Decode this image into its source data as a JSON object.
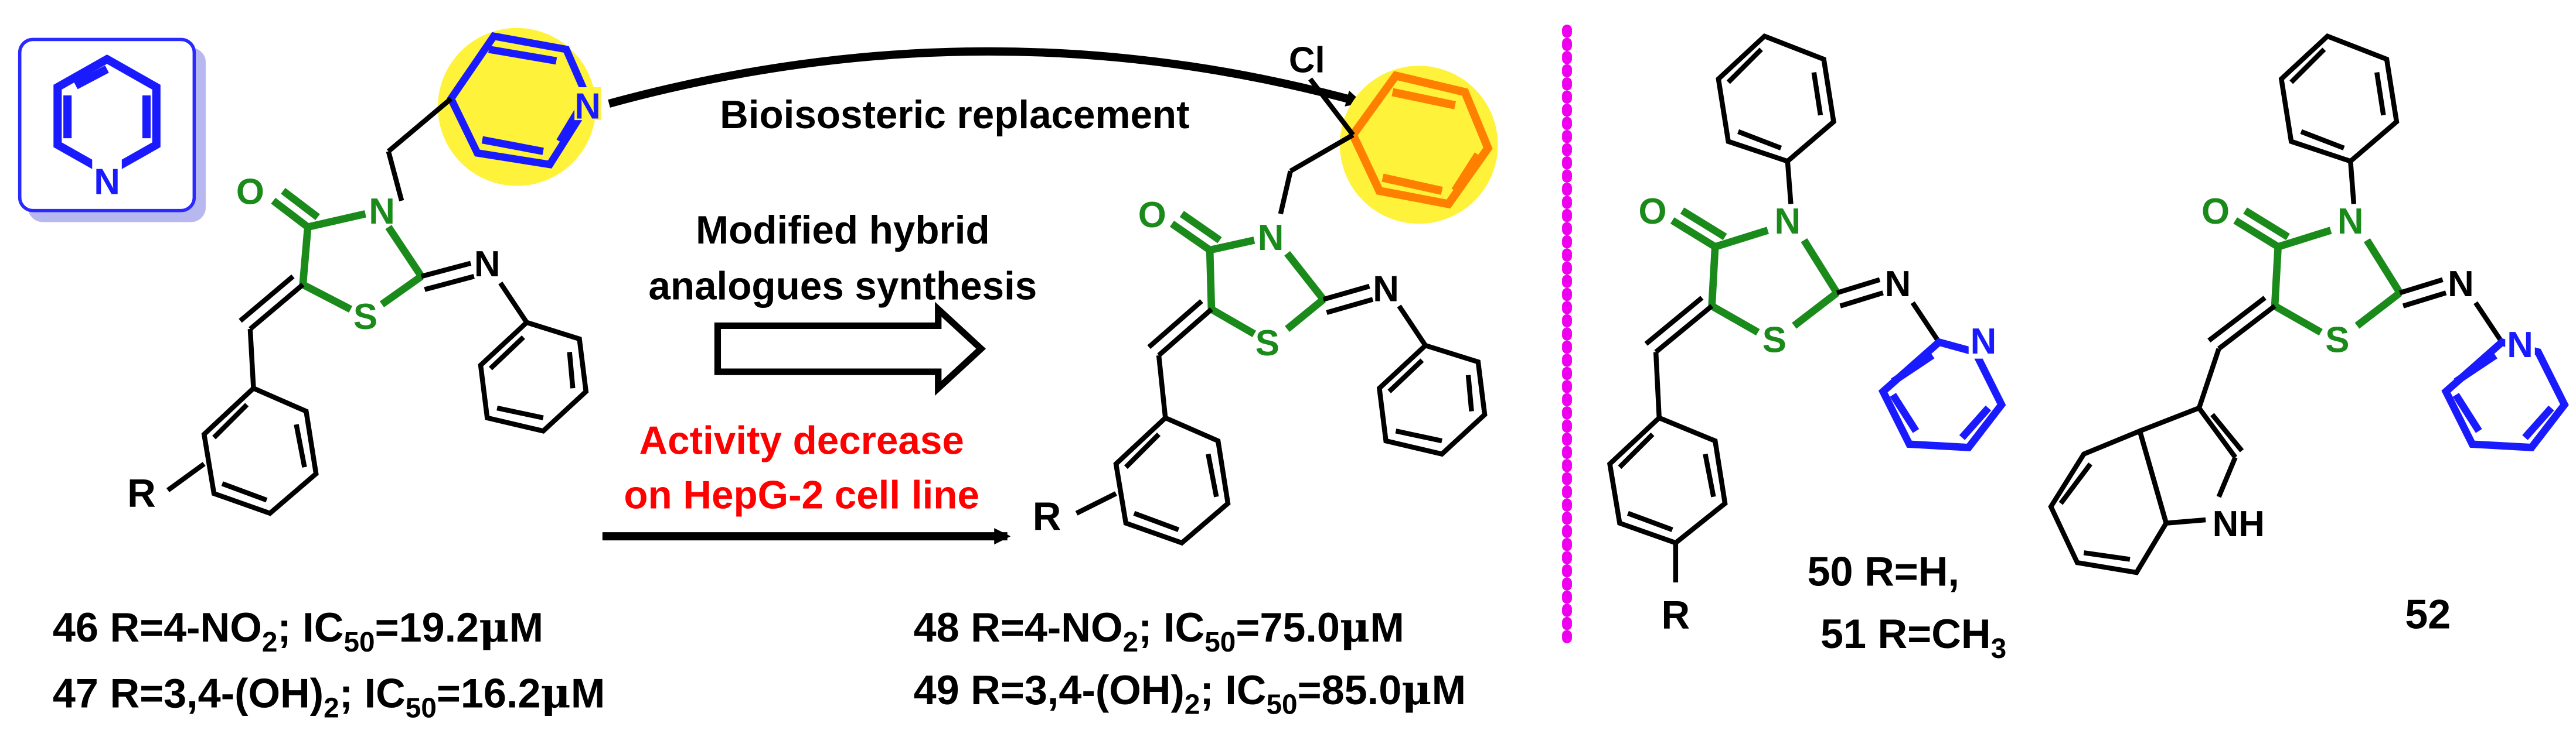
{
  "colors": {
    "thiazolidinone": "#1a8a1a",
    "pyridine": "#1a1aff",
    "highlight": "#fff23a",
    "chlorophenyl": "#ff8000",
    "red_text": "#ff0000",
    "divider": "#ee00ee",
    "black": "#000000"
  },
  "inset": {
    "label": "N",
    "icon": "pyridine-ring-icon"
  },
  "arrows": {
    "bioisosteric": "Bioisosteric replacement",
    "modified_line1": "Modified hybrid",
    "modified_line2": "analogues synthesis",
    "activity_line1": "Activity decrease",
    "activity_line2": "on HepG-2 cell line"
  },
  "atoms": {
    "O": "O",
    "N": "N",
    "S": "S",
    "R": "R",
    "Cl": "Cl",
    "NH": "NH"
  },
  "compounds": {
    "c46": {
      "prefix": "46 R=4-NO",
      "sub1": "2",
      "mid": "; IC",
      "sub2": "50",
      "suffix": "=19.2",
      "mu": "μ",
      "unit": "M"
    },
    "c47": {
      "prefix": "47 R=3,4-(OH)",
      "sub1": "2",
      "mid": "; IC",
      "sub2": "50",
      "suffix": "=16.2",
      "mu": "μ",
      "unit": "M"
    },
    "c48": {
      "prefix": "48 R=4-NO",
      "sub1": "2",
      "mid": "; IC",
      "sub2": "50",
      "suffix": "=75.0",
      "mu": "μ",
      "unit": "M"
    },
    "c49": {
      "prefix": "49 R=3,4-(OH)",
      "sub1": "2",
      "mid": "; IC",
      "sub2": "50",
      "suffix": "=85.0",
      "mu": "μ",
      "unit": "M"
    },
    "c50": {
      "text": "50 R=H,"
    },
    "c51": {
      "prefix": "51 R=CH",
      "sub": "3"
    },
    "c52": {
      "text": "52"
    }
  }
}
